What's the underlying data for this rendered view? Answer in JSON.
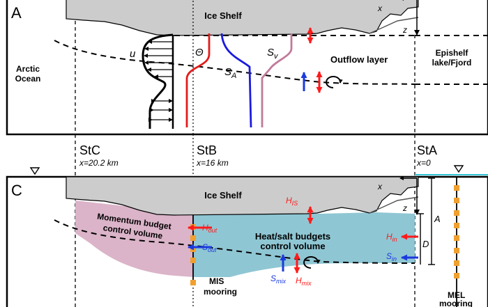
{
  "panel_a": {
    "label": "A",
    "ice_shelf": "Ice Shelf",
    "x_axis": "x",
    "z_axis": "z",
    "u": "u",
    "theta": "Θ",
    "sa_main": "S",
    "sa_sub": "A",
    "sv_main": "S",
    "sv_sub": "v",
    "outflow": "Outflow layer",
    "arctic_1": "Arctic",
    "arctic_2": "Ocean",
    "epishelf_1": "Epishelf",
    "epishelf_2": "lake/Fjord"
  },
  "stations": {
    "stc": "StC",
    "stc_x": "x=20.2 km",
    "stb": "StB",
    "stb_x": "x=16 km",
    "sta": "StA",
    "sta_x": "x=0"
  },
  "panel_c": {
    "label": "C",
    "ice_shelf": "Ice Shelf",
    "x_axis": "x",
    "z_axis": "z",
    "h_is_main": "H",
    "h_is_sub": "IS",
    "momentum_1": "Momentum budget",
    "momentum_2": "control volume",
    "heat_1": "Heat/salt budgets",
    "heat_2": "control volume",
    "h_out_main": "H",
    "h_out_sub": "out",
    "s_out_main": "S",
    "s_out_sub": "out",
    "h_in_main": "H",
    "h_in_sub": "in",
    "s_in_main": "S",
    "s_in_sub": "in",
    "s_mix_main": "S",
    "s_mix_sub": "mix",
    "h_mix_main": "H",
    "h_mix_sub": "mix",
    "a_label": "A",
    "d_label": "D",
    "mis_1": "MIS",
    "mis_2": "mooring",
    "mel_1": "MEL",
    "mel_2": "mooring"
  },
  "colors": {
    "ice": "#cccccc",
    "heat_box": "#8fc6d3",
    "momentum_box": "#dbb4c9",
    "heat_arrow": "#ff1a1a",
    "salt_arrow": "#1a3adf",
    "theta_line": "#e41a1a",
    "sa_line": "#1a1adf",
    "sv_line": "#c07a9a",
    "mooring": "#f0a030",
    "sea_surface": "#33c5d6"
  }
}
